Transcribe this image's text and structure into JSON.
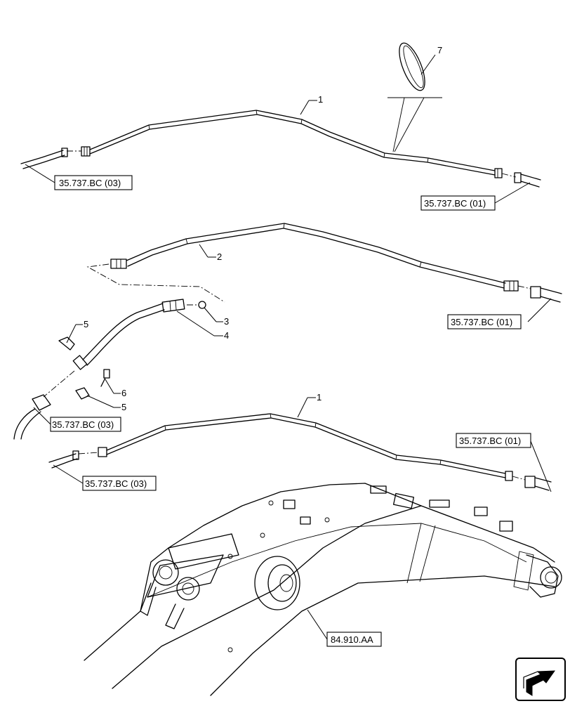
{
  "callouts": {
    "c1_top": "1",
    "c7": "7",
    "c2": "2",
    "c3": "3",
    "c4": "4",
    "c5_top": "5",
    "c6": "6",
    "c5_bottom": "5",
    "c1_bottom": "1"
  },
  "references": {
    "ref_a": "35.737.BC (03)",
    "ref_b": "35.737.BC (01)",
    "ref_c": "35.737.BC (01)",
    "ref_d": "35.737.BC (03)",
    "ref_e": "35.737.BC (01)",
    "ref_f": "35.737.BC (03)",
    "ref_g": "84.910.AA"
  },
  "icons": {
    "nav": "next-page-arrow-icon"
  }
}
